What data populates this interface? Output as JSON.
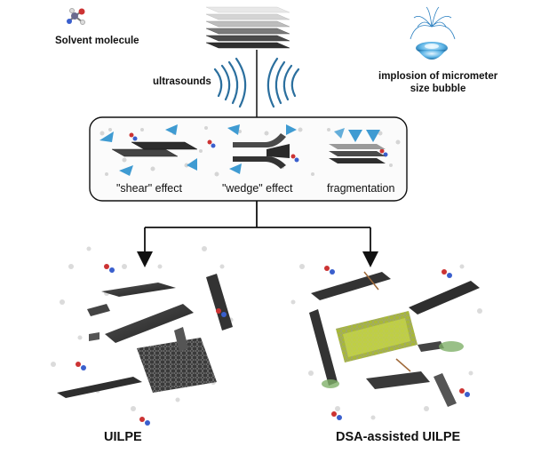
{
  "labels": {
    "solvent_molecule": "Solvent molecule",
    "ultrasounds": "ultrasounds",
    "implosion_line1": "implosion of micrometer",
    "implosion_line2": "size bubble",
    "shear_effect": "\"shear\" effect",
    "wedge_effect": "\"wedge\" effect",
    "fragmentation": "fragmentation",
    "uilpe": "UILPE",
    "dsa_uilpe": "DSA-assisted UILPE"
  },
  "colors": {
    "sheet": "#3a3a3a",
    "sheet_light": "#8a8a8a",
    "wave": "#2b6f9e",
    "bubble": "#3f9bd2",
    "arrow": "#111111",
    "dsa_yellow": "#c9d84a",
    "dsa_green": "#7fb069"
  },
  "icons": {
    "solvent": "solvent-molecule-icon",
    "bubble": "imploding-bubble-icon",
    "graphite": "graphite-stack-icon"
  }
}
